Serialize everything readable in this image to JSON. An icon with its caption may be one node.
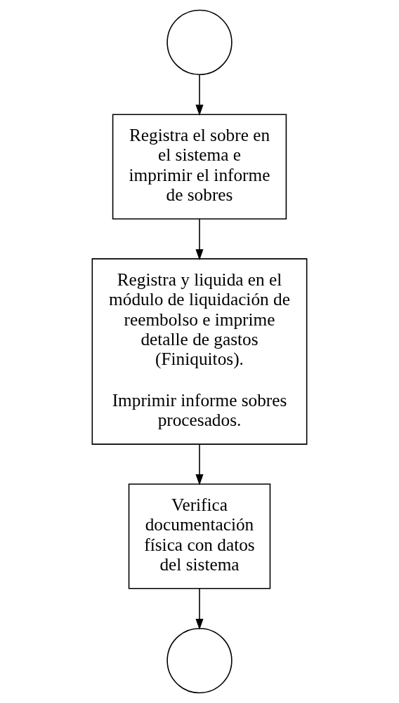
{
  "diagram": {
    "nodes": [
      {
        "text": [],
        "shape": "circle"
      },
      {
        "text": [
          "Registra el sobre en el sistema e imprimir el informe de sobres"
        ]
      },
      {
        "text": [
          "Registra y liquida en el módulo de liquidación de reembolso e imprime detalle de gastos (Finiquitos).",
          "Imprimir informe sobres procesados."
        ]
      },
      {
        "text": [
          "Verifica documentación física con datos del sistema"
        ]
      },
      {
        "text": [],
        "shape": "circle"
      }
    ],
    "edges": [
      {
        "from": 0,
        "to": 1,
        "arrow": "to"
      },
      {
        "from": 1,
        "to": 2,
        "arrow": "to"
      },
      {
        "from": 2,
        "to": 3,
        "arrow": "to"
      },
      {
        "from": 3,
        "to": 4,
        "arrow": "to"
      }
    ]
  }
}
